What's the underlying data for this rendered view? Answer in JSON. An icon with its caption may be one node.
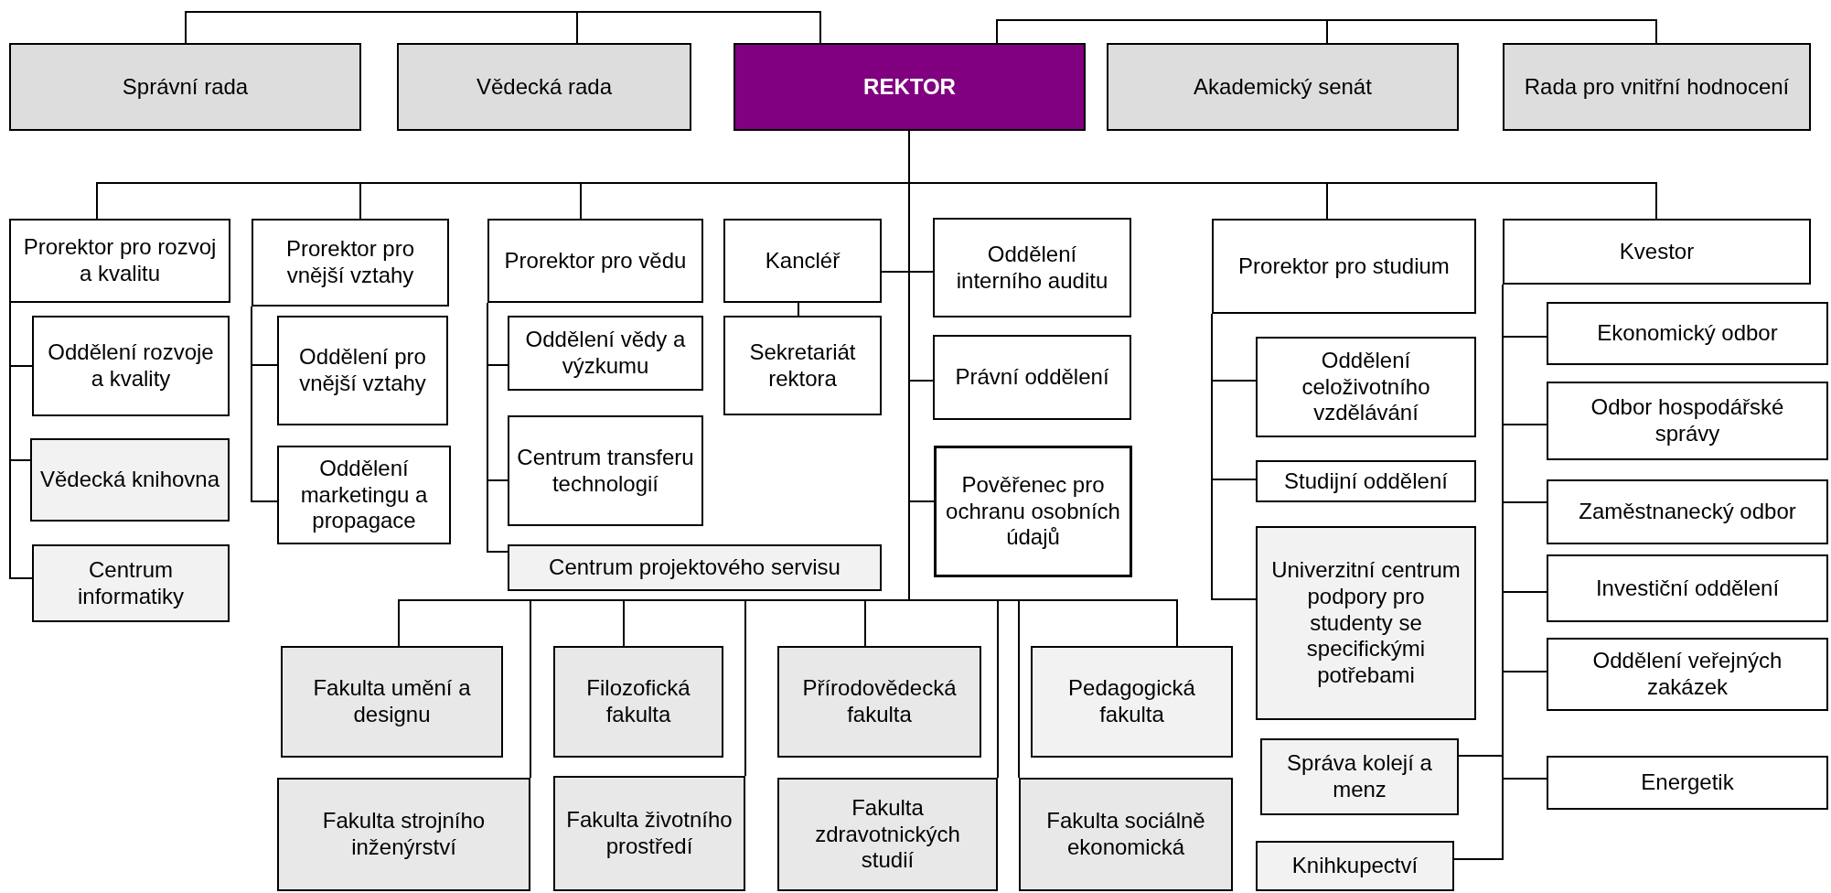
{
  "diagram": {
    "nodes": [
      {
        "text": [
          "Správní rada"
        ]
      },
      {
        "text": [
          "Vědecká rada"
        ]
      },
      {
        "text": [
          "REKTOR"
        ]
      },
      {
        "text": [
          "Akademický senát"
        ]
      },
      {
        "text": [
          "Rada pro vnitřní hodnocení"
        ]
      },
      {
        "text": [
          "Prorektor pro rozvoj a kvalitu"
        ]
      },
      {
        "text": [
          "Oddělení rozvoje a kvality"
        ]
      },
      {
        "text": [
          "Vědecká knihovna"
        ]
      },
      {
        "text": [
          "Centrum informatiky"
        ]
      },
      {
        "text": [
          "Prorektor pro vnější vztahy"
        ]
      },
      {
        "text": [
          "Oddělení pro vnější vztahy"
        ]
      },
      {
        "text": [
          "Oddělení marketingu a propagace"
        ]
      },
      {
        "text": [
          "Prorektor pro vědu"
        ]
      },
      {
        "text": [
          "Oddělení vědy a výzkumu"
        ]
      },
      {
        "text": [
          "Centrum transferu technologií"
        ]
      },
      {
        "text": [
          "Centrum projektového servisu"
        ]
      },
      {
        "text": [
          "Kancléř"
        ]
      },
      {
        "text": [
          "Sekretariát rektora"
        ]
      },
      {
        "text": [
          "Oddělení interního auditu"
        ]
      },
      {
        "text": [
          "Právní oddělení"
        ]
      },
      {
        "text": [
          "Pověřenec pro ochranu osobních údajů"
        ]
      },
      {
        "text": [
          "Prorektor pro studium"
        ]
      },
      {
        "text": [
          "Oddělení celoživotního vzdělávání"
        ]
      },
      {
        "text": [
          "Studijní oddělení"
        ]
      },
      {
        "text": [
          "Univerzitní centrum podpory pro studenty se specifickými potřebami"
        ]
      },
      {
        "text": [
          "Správa kolejí a menz"
        ]
      },
      {
        "text": [
          "Knihkupectví"
        ]
      },
      {
        "text": [
          "Kvestor"
        ]
      },
      {
        "text": [
          "Ekonomický odbor"
        ]
      },
      {
        "text": [
          "Odbor hospodářské správy"
        ]
      },
      {
        "text": [
          "Zaměstnanecký odbor"
        ]
      },
      {
        "text": [
          "Investiční oddělení"
        ]
      },
      {
        "text": [
          "Oddělení veřejných zakázek"
        ]
      },
      {
        "text": [
          "Energetik"
        ]
      },
      {
        "text": [
          "Fakulta umění a designu"
        ]
      },
      {
        "text": [
          "Filozofická fakulta"
        ]
      },
      {
        "text": [
          "Přírodovědecká fakulta"
        ]
      },
      {
        "text": [
          "Pedagogická fakulta"
        ]
      },
      {
        "text": [
          "Fakulta strojního inženýrství"
        ]
      },
      {
        "text": [
          "Fakulta životního prostředí"
        ]
      },
      {
        "text": [
          "Fakulta zdravotnických studií"
        ]
      },
      {
        "text": [
          "Fakulta sociálně ekonomická"
        ]
      }
    ],
    "edges": [
      {
        "from": 2,
        "to": 0,
        "arrow": "none"
      },
      {
        "from": 2,
        "to": 1,
        "arrow": "none"
      },
      {
        "from": 2,
        "to": 3,
        "arrow": "none"
      },
      {
        "from": 2,
        "to": 4,
        "arrow": "none"
      },
      {
        "from": 2,
        "to": 5,
        "arrow": "none"
      },
      {
        "from": 2,
        "to": 9,
        "arrow": "none"
      },
      {
        "from": 2,
        "to": 12,
        "arrow": "none"
      },
      {
        "from": 2,
        "to": 16,
        "arrow": "none"
      },
      {
        "from": 2,
        "to": 18,
        "arrow": "none"
      },
      {
        "from": 2,
        "to": 19,
        "arrow": "none"
      },
      {
        "from": 2,
        "to": 20,
        "arrow": "none"
      },
      {
        "from": 2,
        "to": 21,
        "arrow": "none"
      },
      {
        "from": 2,
        "to": 27,
        "arrow": "none"
      },
      {
        "from": 5,
        "to": 6,
        "arrow": "none"
      },
      {
        "from": 5,
        "to": 7,
        "arrow": "none"
      },
      {
        "from": 5,
        "to": 8,
        "arrow": "none"
      },
      {
        "from": 9,
        "to": 10,
        "arrow": "none"
      },
      {
        "from": 9,
        "to": 11,
        "arrow": "none"
      },
      {
        "from": 12,
        "to": 13,
        "arrow": "none"
      },
      {
        "from": 12,
        "to": 14,
        "arrow": "none"
      },
      {
        "from": 12,
        "to": 15,
        "arrow": "none"
      },
      {
        "from": 16,
        "to": 17,
        "arrow": "none"
      },
      {
        "from": 21,
        "to": 22,
        "arrow": "none"
      },
      {
        "from": 21,
        "to": 23,
        "arrow": "none"
      },
      {
        "from": 21,
        "to": 24,
        "arrow": "none"
      },
      {
        "from": 27,
        "to": 28,
        "arrow": "none"
      },
      {
        "from": 27,
        "to": 29,
        "arrow": "none"
      },
      {
        "from": 27,
        "to": 30,
        "arrow": "none"
      },
      {
        "from": 27,
        "to": 31,
        "arrow": "none"
      },
      {
        "from": 27,
        "to": 32,
        "arrow": "none"
      },
      {
        "from": 27,
        "to": 33,
        "arrow": "none"
      },
      {
        "from": 27,
        "to": 25,
        "arrow": "none"
      },
      {
        "from": 27,
        "to": 26,
        "arrow": "none"
      },
      {
        "from": 2,
        "to": 34,
        "arrow": "none"
      },
      {
        "from": 2,
        "to": 35,
        "arrow": "none"
      },
      {
        "from": 2,
        "to": 36,
        "arrow": "none"
      },
      {
        "from": 2,
        "to": 37,
        "arrow": "none"
      },
      {
        "from": 2,
        "to": 38,
        "arrow": "none"
      },
      {
        "from": 2,
        "to": 39,
        "arrow": "none"
      },
      {
        "from": 2,
        "to": 40,
        "arrow": "none"
      },
      {
        "from": 2,
        "to": 41,
        "arrow": "none"
      }
    ]
  }
}
